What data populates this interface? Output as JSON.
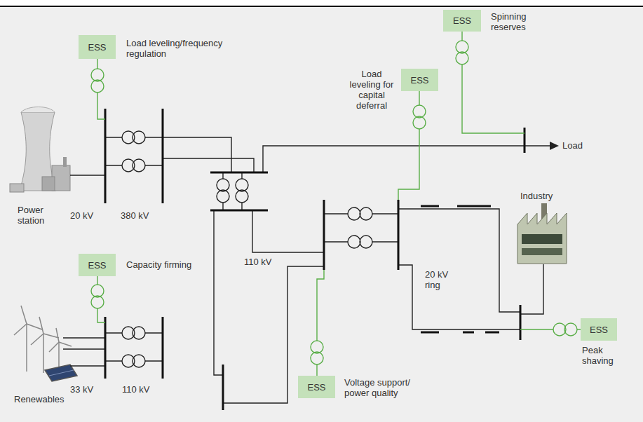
{
  "diagram": {
    "nodes": [
      {
        "text": [
          "ESS",
          "Load leveling/frequency regulation"
        ]
      },
      {
        "text": [
          "ESS",
          "Spinning reserves"
        ]
      },
      {
        "text": [
          "ESS",
          "Load leveling for capital deferral"
        ]
      },
      {
        "text": [
          "ESS",
          "Capacity firming"
        ]
      },
      {
        "text": [
          "ESS",
          "Peak shaving"
        ]
      },
      {
        "text": [
          "ESS",
          "Voltage support/ power quality"
        ]
      }
    ],
    "labels": [
      "Power station",
      "20 kV",
      "380 kV",
      "Load",
      "Industry",
      "110 kV",
      "20 kV ring",
      "Renewables",
      "33 kV",
      "110 kV"
    ]
  }
}
